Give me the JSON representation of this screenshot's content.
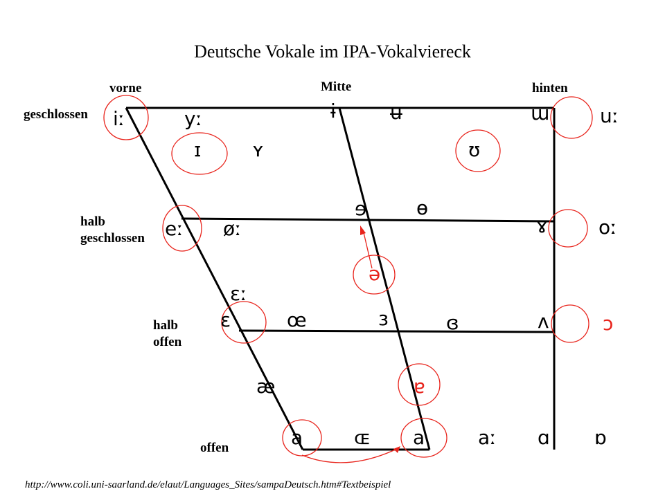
{
  "title": "Deutsche Vokale im IPA-Vokalviereck",
  "columns": {
    "front": "vorne",
    "central": "Mitte",
    "back": "hinten"
  },
  "rows": {
    "close": "geschlossen",
    "close_mid_1": "halb",
    "close_mid_2": "geschlossen",
    "open_mid_1": "halb",
    "open_mid_2": "offen",
    "open": "offen"
  },
  "source_url": "http://www.coli.uni-saarland.de/elaut/Languages_Sites/sampaDeutsch.htm#Textbeispiel",
  "colors": {
    "line": "#000000",
    "highlight": "#e8231b"
  },
  "symbols": {
    "i_long": "iː",
    "y_long": "yː",
    "close_central_1": "ɨ",
    "close_central_2": "ʉ",
    "close_back_unr": "ɯ",
    "u_long": "uː",
    "I": "ɪ",
    "Y": "ʏ",
    "U": "ʊ",
    "e_long": "eː",
    "o_slash_long": "øː",
    "closemid_central_1": "ɘ",
    "closemid_central_2": "ɵ",
    "closemid_back_unr": "ɤ",
    "o_long": "oː",
    "schwa": "ə",
    "E_long": "ɛː",
    "E": "ɛ",
    "oe": "œ",
    "openmid_central_1": "ɜ",
    "openmid_central_2": "ɞ",
    "openmid_back_unr": "ʌ",
    "openmid_back": "ɔ",
    "near_open_central": "ɐ",
    "ae": "æ",
    "open_front_oe": "ɶ",
    "a": "a",
    "a_long": "aː",
    "open_back_unr": "ɑ",
    "open_back_r": "ɒ",
    "open_a_short": "a"
  }
}
